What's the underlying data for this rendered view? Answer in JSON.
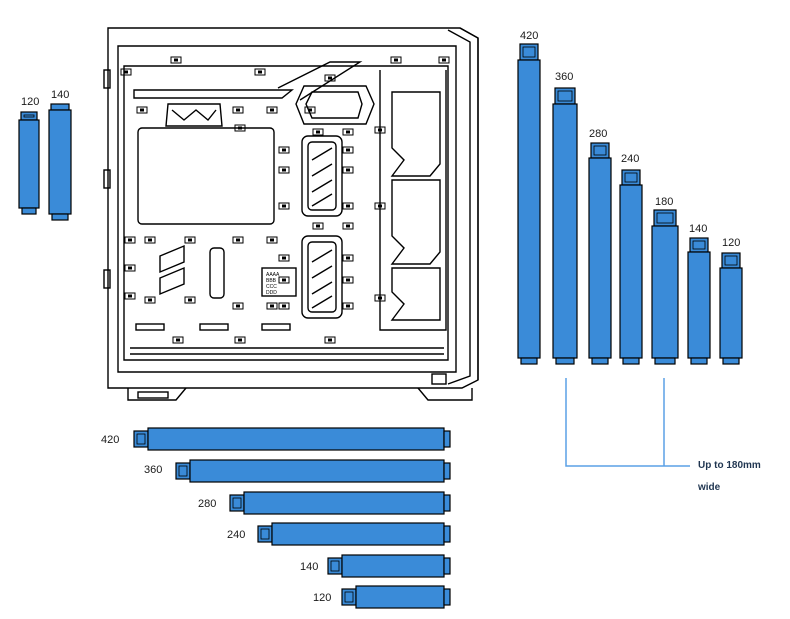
{
  "colors": {
    "radiator": "#3a8bd8",
    "outline": "#000000",
    "bracket": "#5aa0e6",
    "note_text": "#1f3550"
  },
  "side_labels": {
    "left": "120",
    "right": "140"
  },
  "vertical_labels": [
    "420",
    "360",
    "280",
    "240",
    "180",
    "140",
    "120"
  ],
  "horizontal_labels": [
    "420",
    "360",
    "280",
    "240",
    "140",
    "120"
  ],
  "note": {
    "line1": "Up to 180mm",
    "line2": "wide"
  },
  "case_panel_text": [
    "AAAA",
    "BBB",
    "CCC",
    "DDD"
  ]
}
